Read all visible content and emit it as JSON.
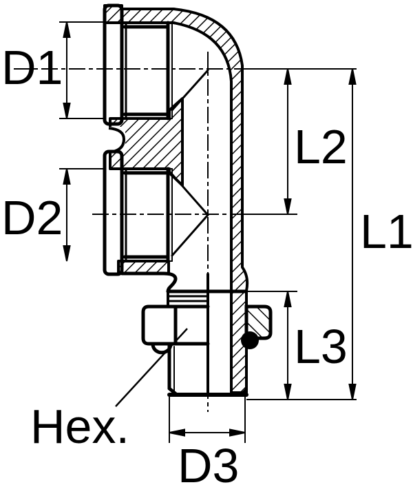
{
  "drawing": {
    "background_color": "#ffffff",
    "line_color": "#000000",
    "labels": {
      "d1": "D1",
      "d2": "D2",
      "d3": "D3",
      "l1": "L1",
      "l2": "L2",
      "l3": "L3",
      "hex": "Hex."
    }
  }
}
